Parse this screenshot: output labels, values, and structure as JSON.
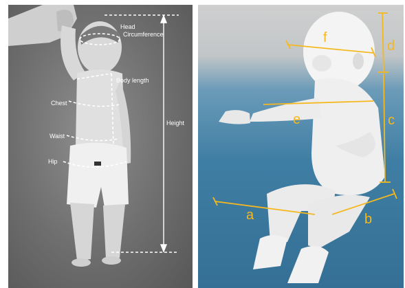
{
  "left_photo": {
    "labels": {
      "head_line1": "Head",
      "head_line2": "Circumference",
      "body_length": "Body length",
      "chest": "Chest",
      "waist": "Waist",
      "hip": "Hip",
      "height": "Height"
    }
  },
  "right_model": {
    "labels": {
      "a": "a",
      "b": "b",
      "c": "c",
      "d": "d",
      "e": "e",
      "f": "f"
    },
    "accent_color": "#f5b81f"
  }
}
